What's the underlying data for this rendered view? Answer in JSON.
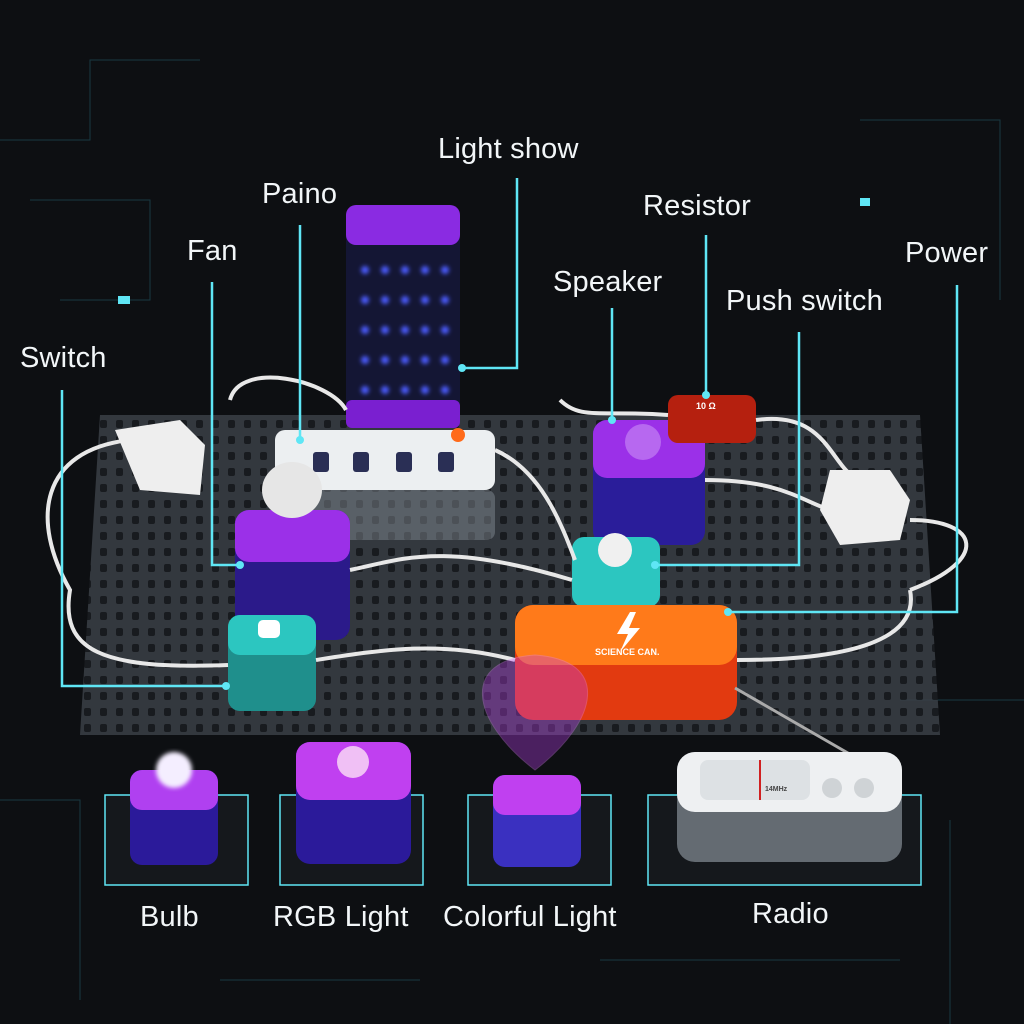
{
  "callouts": {
    "light_show": "Light show",
    "paino": "Paino",
    "resistor": "Resistor",
    "fan": "Fan",
    "power": "Power",
    "speaker": "Speaker",
    "push_switch": "Push switch",
    "switch": "Switch"
  },
  "bottom_labels": {
    "bulb": "Bulb",
    "rgb_light": "RGB Light",
    "colorful_light": "Colorful Light",
    "radio": "Radio"
  },
  "product_text": {
    "power_brand": "SCIENCE CAN.",
    "resistor_value": "10 Ω",
    "radio_freq": "14MHz"
  },
  "colors": {
    "background": "#0d0f12",
    "callout_line": "#5fe6f5",
    "purple": "#8a2be2",
    "teal": "#2cc6c0",
    "orange": "#ff6a1a"
  }
}
